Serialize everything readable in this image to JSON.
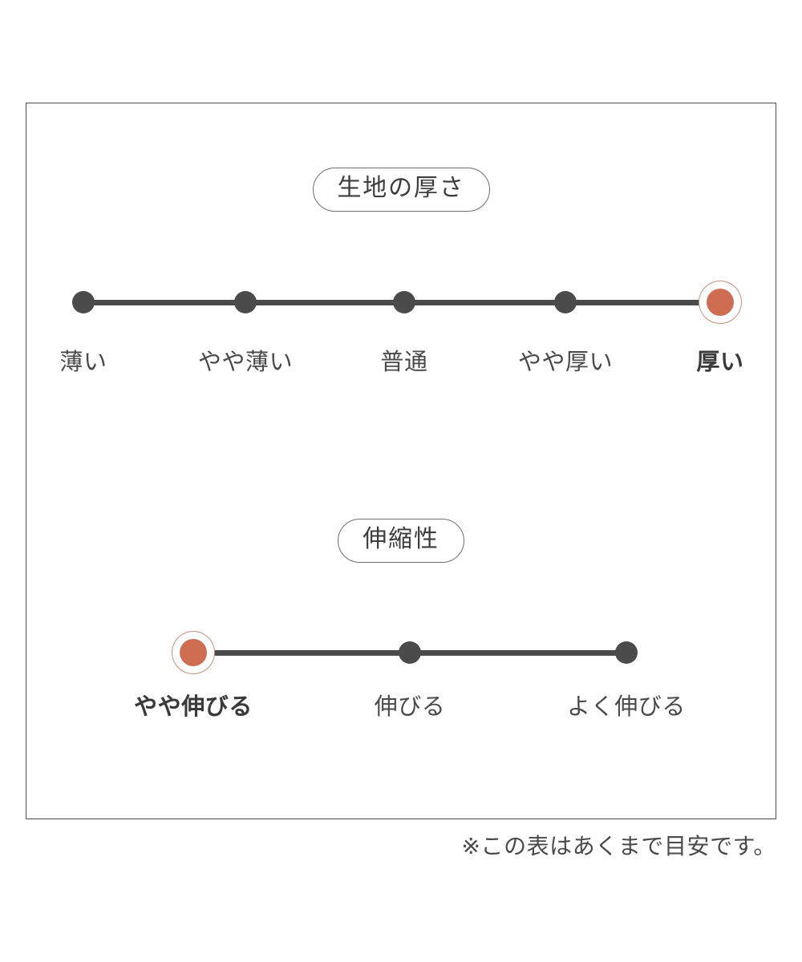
{
  "colors": {
    "frame_border": "#4d4d4d",
    "track": "#4b4b4b",
    "dot": "#4b4b4b",
    "active_dot": "#ce6d52",
    "active_ring": "#c78f7e",
    "text": "#4a4a4a",
    "background": "#ffffff"
  },
  "chart_data": {
    "type": "scale",
    "title": "",
    "scales": [
      {
        "id": "fabric-thickness",
        "heading": "生地の厚さ",
        "categories": [
          "薄い",
          "やや薄い",
          "普通",
          "やや厚い",
          "厚い"
        ],
        "selected_index": 4,
        "selected_label": "厚い",
        "dot_count": 5
      },
      {
        "id": "stretchiness",
        "heading": "伸縮性",
        "categories": [
          "やや伸びる",
          "伸びる",
          "よく伸びる"
        ],
        "selected_index": 0,
        "selected_label": "やや伸びる",
        "dot_count": 3
      }
    ]
  },
  "footnote": "※この表はあくまで目安です。"
}
